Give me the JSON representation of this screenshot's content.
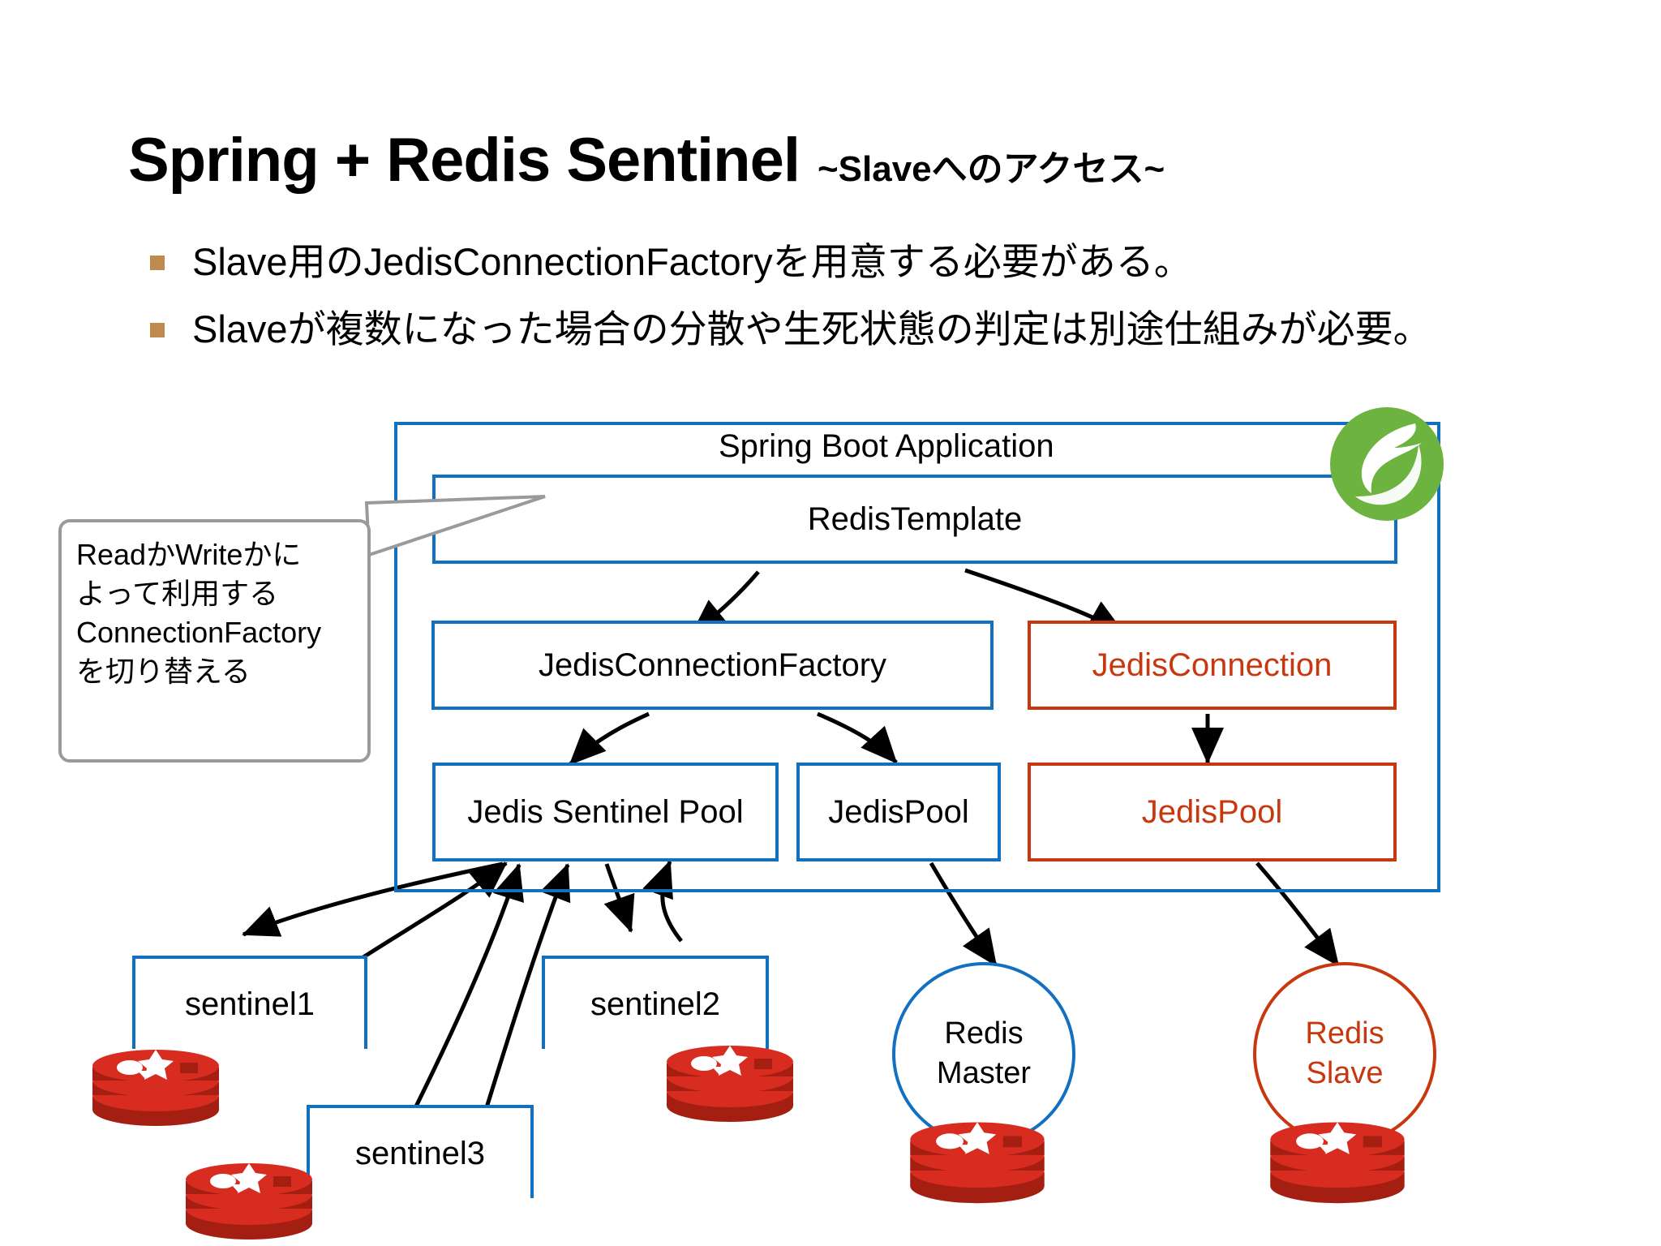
{
  "slide": {
    "title_main": "Spring + Redis Sentinel",
    "title_sub": "~Slaveへのアクセス~",
    "bullets": [
      "Slave用のJedisConnectionFactoryを用意する必要がある。",
      "Slaveが複数になった場合の分散や生死状態の判定は別途仕組みが必要。"
    ]
  },
  "callout": {
    "lines": [
      "ReadかWriteかに",
      "よって利用する",
      "ConnectionFactory",
      "を切り替える"
    ]
  },
  "diagram": {
    "app_container": "Spring Boot Application",
    "redis_template": "RedisTemplate",
    "jedis_connection_factory": "JedisConnectionFactory",
    "jedis_connection": "JedisConnection",
    "jedis_sentinel_pool": "Jedis Sentinel Pool",
    "jedis_pool_blue": "JedisPool",
    "jedis_pool_red": "JedisPool",
    "sentinel1": "sentinel1",
    "sentinel2": "sentinel2",
    "sentinel3": "sentinel3",
    "redis_master_l1": "Redis",
    "redis_master_l2": "Master",
    "redis_slave_l1": "Redis",
    "redis_slave_l2": "Slave"
  },
  "colors": {
    "blue": "#1270C0",
    "red": "#C8380F",
    "bullet_marker": "#BE8A4E",
    "callout_border": "#9A9A9A",
    "spring_green": "#6DB33F",
    "redis_red": "#D82C20",
    "arrow": "#000000"
  },
  "icons": {
    "spring_leaf": "spring-leaf-logo",
    "redis_stack": "redis-database-logo"
  }
}
